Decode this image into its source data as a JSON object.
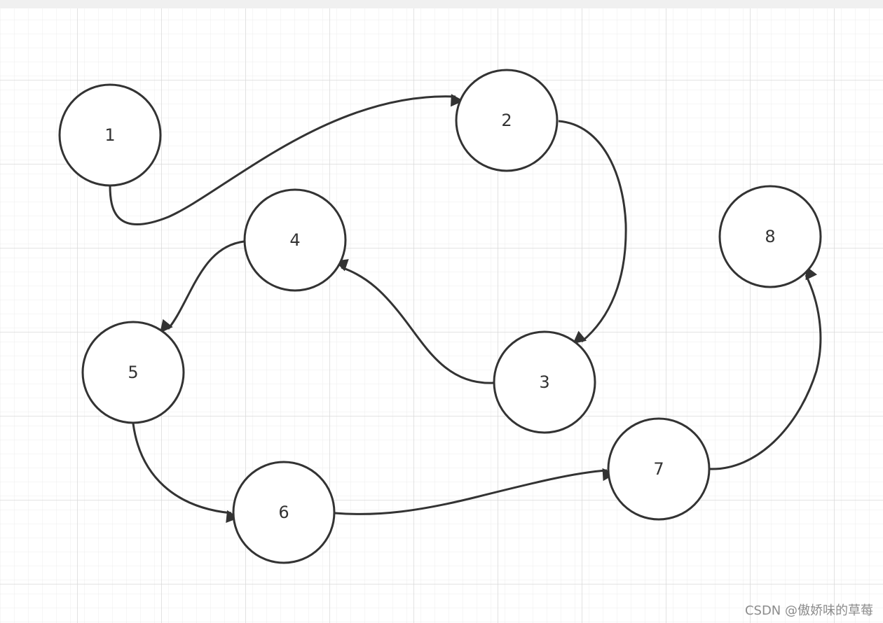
{
  "diagram": {
    "nodes": [
      {
        "id": "1",
        "label": "1"
      },
      {
        "id": "2",
        "label": "2"
      },
      {
        "id": "3",
        "label": "3"
      },
      {
        "id": "4",
        "label": "4"
      },
      {
        "id": "5",
        "label": "5"
      },
      {
        "id": "6",
        "label": "6"
      },
      {
        "id": "7",
        "label": "7"
      },
      {
        "id": "8",
        "label": "8"
      }
    ],
    "edges": [
      {
        "from": "1",
        "to": "2"
      },
      {
        "from": "2",
        "to": "3"
      },
      {
        "from": "3",
        "to": "4"
      },
      {
        "from": "4",
        "to": "5"
      },
      {
        "from": "5",
        "to": "6"
      },
      {
        "from": "6",
        "to": "7"
      },
      {
        "from": "7",
        "to": "8"
      }
    ],
    "colors": {
      "stroke": "#333333",
      "node_fill": "#ffffff",
      "grid_minor": "#ececec",
      "grid_major": "#d9d9d9"
    }
  },
  "watermark": "CSDN @傲娇味的草莓"
}
